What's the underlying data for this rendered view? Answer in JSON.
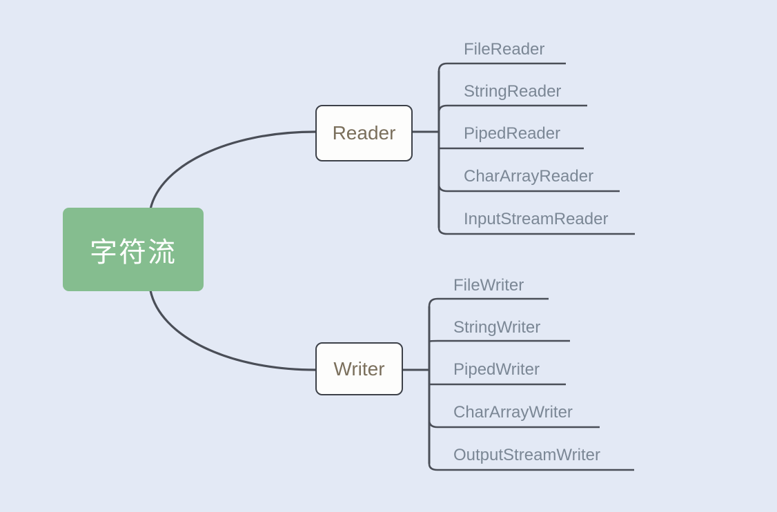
{
  "diagram": {
    "title_text": "字符流",
    "type": "mind-map",
    "background_color": "#e3e9f5",
    "root": {
      "label": "字符流",
      "fill_color": "#85bd8f",
      "text_color": "#ffffff"
    },
    "branches": [
      {
        "label": "Reader",
        "text_color": "#7a6f5c",
        "fill_color": "#fdfdfc",
        "border_color": "#3c4048",
        "leaves": [
          {
            "label": "FileReader"
          },
          {
            "label": "StringReader"
          },
          {
            "label": "PipedReader"
          },
          {
            "label": "CharArrayReader"
          },
          {
            "label": "InputStreamReader"
          }
        ]
      },
      {
        "label": "Writer",
        "text_color": "#7a6f5c",
        "fill_color": "#fdfdfc",
        "border_color": "#3c4048",
        "leaves": [
          {
            "label": "FileWriter"
          },
          {
            "label": "StringWriter"
          },
          {
            "label": "PipedWriter"
          },
          {
            "label": "CharArrayWriter"
          },
          {
            "label": "OutputStreamWriter"
          }
        ]
      }
    ],
    "edge_color": "#4a4e57",
    "leaf_text_color": "#7b8795"
  }
}
